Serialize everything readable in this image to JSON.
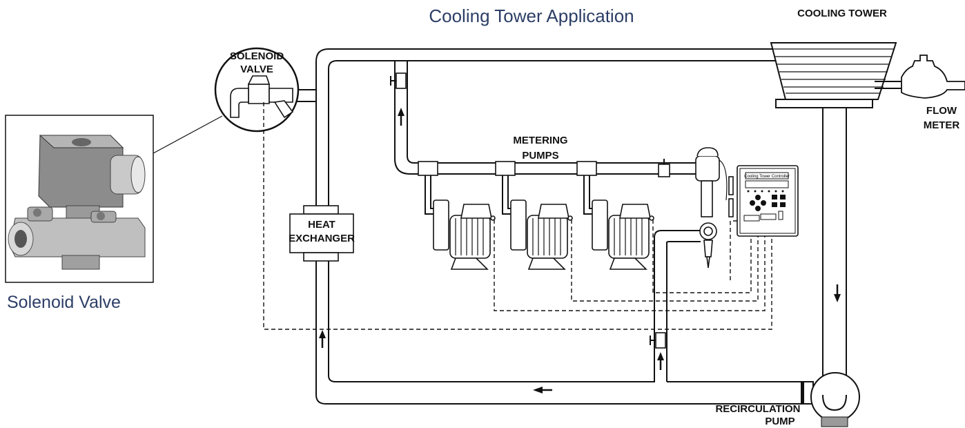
{
  "diagram": {
    "title": "Cooling Tower Application",
    "photo_caption": "Solenoid Valve",
    "labels": {
      "cooling_tower": "COOLING TOWER",
      "flow_meter_1": "FLOW",
      "flow_meter_2": "METER",
      "solenoid_1": "SOLENOID",
      "solenoid_2": "VALVE",
      "metering_1": "METERING",
      "metering_2": "PUMPS",
      "heat_1": "HEAT",
      "heat_2": "EXCHANGER",
      "recirc_1": "RECIRCULATION",
      "recirc_2": "PUMP",
      "controller_screen": "Cooling Tower Controller"
    },
    "icons": {
      "cooling_tower": "cooling-tower-icon",
      "flow_meter": "flow-meter-icon",
      "solenoid_valve": "solenoid-valve-icon",
      "metering_pump": "metering-pump-icon",
      "controller": "controller-icon",
      "heat_exchanger": "heat-exchanger-icon",
      "recirculation_pump": "recirculation-pump-icon",
      "flow_arrow": "arrow-icon"
    },
    "colors": {
      "title_text": "#2c3e66",
      "lines": "#111111"
    }
  }
}
